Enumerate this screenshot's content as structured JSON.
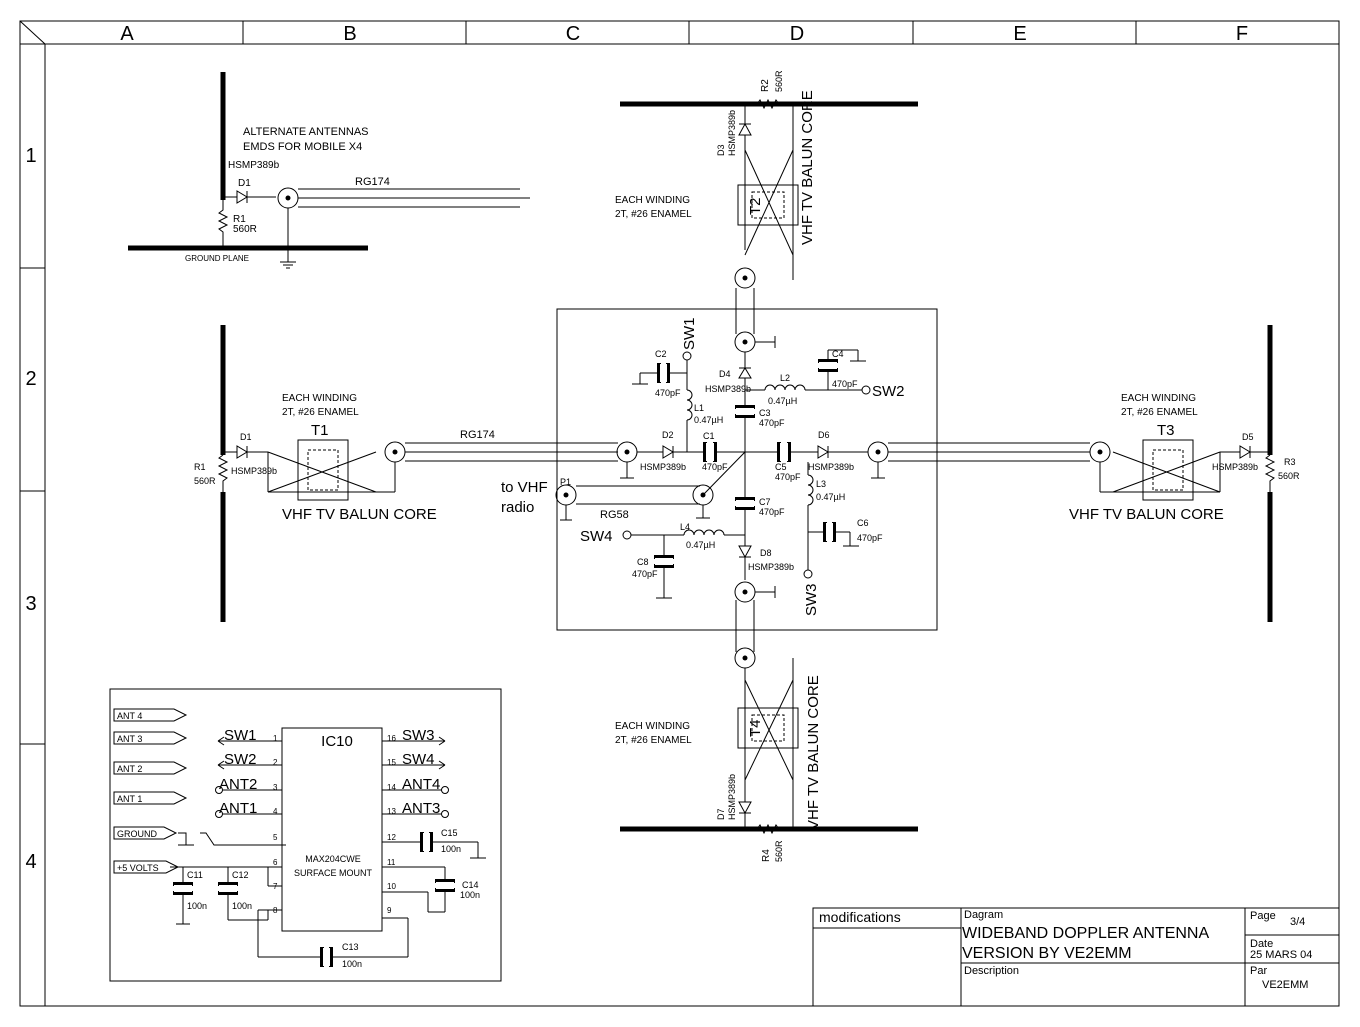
{
  "frame": {
    "columns": [
      "A",
      "B",
      "C",
      "D",
      "E",
      "F"
    ],
    "rows": [
      "1",
      "2",
      "3",
      "4"
    ]
  },
  "inset": {
    "note_line1": "ALTERNATE ANTENNAS",
    "note_line2": "EMDS FOR MOBILE  X4",
    "diode_ref": "D1",
    "diode_part": "HSMP389b",
    "resistor_ref": "R1",
    "resistor_val": "560R",
    "cable": "RG174",
    "ground_plane": "GROUND PLANE"
  },
  "top": {
    "r_ref": "R2",
    "r_val": "560R",
    "d_ref": "D3",
    "d_part": "HSMP389b",
    "t_ref": "T2",
    "winding1": "EACH WINDING",
    "winding2": "2T, #26 ENAMEL",
    "core": "VHF TV BALUN CORE"
  },
  "bottom": {
    "r_ref": "R4",
    "r_val": "560R",
    "d_ref": "D7",
    "d_part": "HSMP389b",
    "t_ref": "T4",
    "winding1": "EACH WINDING",
    "winding2": "2T, #26 ENAMEL",
    "core": "VHF TV BALUN CORE"
  },
  "left": {
    "d_ref": "D1",
    "d_part": "HSMP389b",
    "r_ref": "R1",
    "r_val": "560R",
    "t_ref": "T1",
    "winding1": "EACH WINDING",
    "winding2": "2T, #26 ENAMEL",
    "core": "VHF TV BALUN CORE",
    "cable": "RG174"
  },
  "right": {
    "d_ref": "D5",
    "d_part": "HSMP389b",
    "r_ref": "R3",
    "r_val": "560R",
    "t_ref": "T3",
    "winding1": "EACH WINDING",
    "winding2": "2T, #26 ENAMEL",
    "core": "VHF TV BALUN CORE"
  },
  "center": {
    "sw1": "SW1",
    "sw2": "SW2",
    "sw3": "SW3",
    "sw4": "SW4",
    "c1": "C1",
    "c2": "C2",
    "c3": "C3",
    "c4": "C4",
    "c5": "C5",
    "c6": "C6",
    "c7": "C7",
    "c8": "C8",
    "cap_val": "470pF",
    "l1": "L1",
    "l2": "L2",
    "l3": "L3",
    "l4": "L4",
    "ind_val": "0.47µH",
    "d2": "D2",
    "d4": "D4",
    "d6": "D6",
    "d8": "D8",
    "d_part": "HSMP389b",
    "p1": "P1",
    "radio1": "to VHF",
    "radio2": "radio",
    "rg58": "RG58"
  },
  "ic": {
    "ref": "IC10",
    "part": "MAX204CWE",
    "pkg": "SURFACE MOUNT",
    "ports": [
      "ANT 4",
      "ANT 3",
      "ANT 2",
      "ANT 1",
      "GROUND",
      "+5 VOLTS"
    ],
    "left_labels": [
      "SW1",
      "SW2",
      "ANT2",
      "ANT1"
    ],
    "right_labels": [
      "SW3",
      "SW4",
      "ANT4",
      "ANT3"
    ],
    "pins_left": [
      "1",
      "2",
      "3",
      "4",
      "5",
      "6",
      "7",
      "8"
    ],
    "pins_right": [
      "16",
      "15",
      "14",
      "13",
      "12",
      "11",
      "10",
      "9"
    ],
    "c11": "C11",
    "c12": "C12",
    "c13": "C13",
    "c14": "C14",
    "c15": "C15",
    "c_val": "100n"
  },
  "title_block": {
    "modifications": "modifications",
    "diagram_label": "Dagram",
    "title1": "WIDEBAND DOPPLER ANTENNA",
    "title2": "VERSION BY VE2EMM",
    "description_label": "Description",
    "page_label": "Page",
    "page": "3/4",
    "date_label": "Date",
    "date": "25 MARS 04",
    "by_label": "Par",
    "by": "VE2EMM"
  }
}
